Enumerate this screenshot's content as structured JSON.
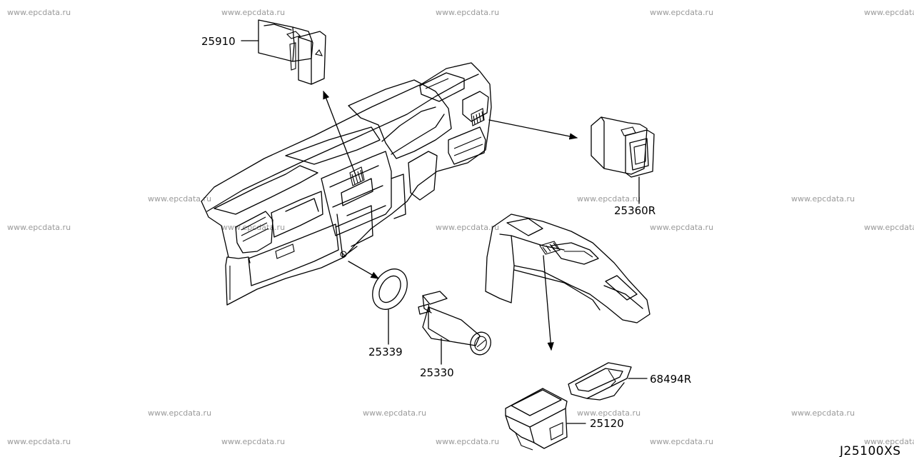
{
  "watermark": "www.epcdata.ru",
  "diagram_code": "J25100XS",
  "colors": {
    "line": "#000000",
    "watermark": "#9a9a9a",
    "background": "#ffffff"
  },
  "parts": [
    {
      "id": "hazard-switch",
      "label": "25910"
    },
    {
      "id": "side-switch",
      "label": "25360R"
    },
    {
      "id": "cigarette-ring",
      "label": "25339"
    },
    {
      "id": "cigarette-lighter",
      "label": "25330"
    },
    {
      "id": "console-bezel",
      "label": "68494R"
    },
    {
      "id": "console-switch",
      "label": "25120"
    }
  ]
}
